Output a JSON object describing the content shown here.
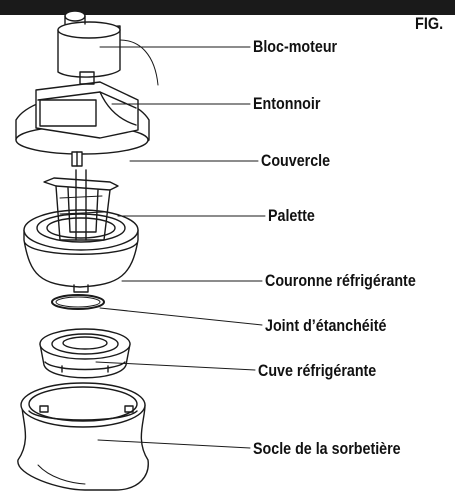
{
  "figure": {
    "label": "FIG."
  },
  "parts": [
    {
      "id": "bloc-moteur",
      "label": "Bloc-moteur"
    },
    {
      "id": "entonnoir",
      "label": "Entonnoir"
    },
    {
      "id": "couvercle",
      "label": "Couvercle"
    },
    {
      "id": "palette",
      "label": "Palette"
    },
    {
      "id": "couronne-refrigerante",
      "label": "Couronne réfrigérante"
    },
    {
      "id": "joint-etancheite",
      "label": "Joint d’étanchéité"
    },
    {
      "id": "cuve-refrigerante",
      "label": "Cuve réfrigérante"
    },
    {
      "id": "socle-sorbetiere",
      "label": "Socle de la sorbetière"
    }
  ]
}
